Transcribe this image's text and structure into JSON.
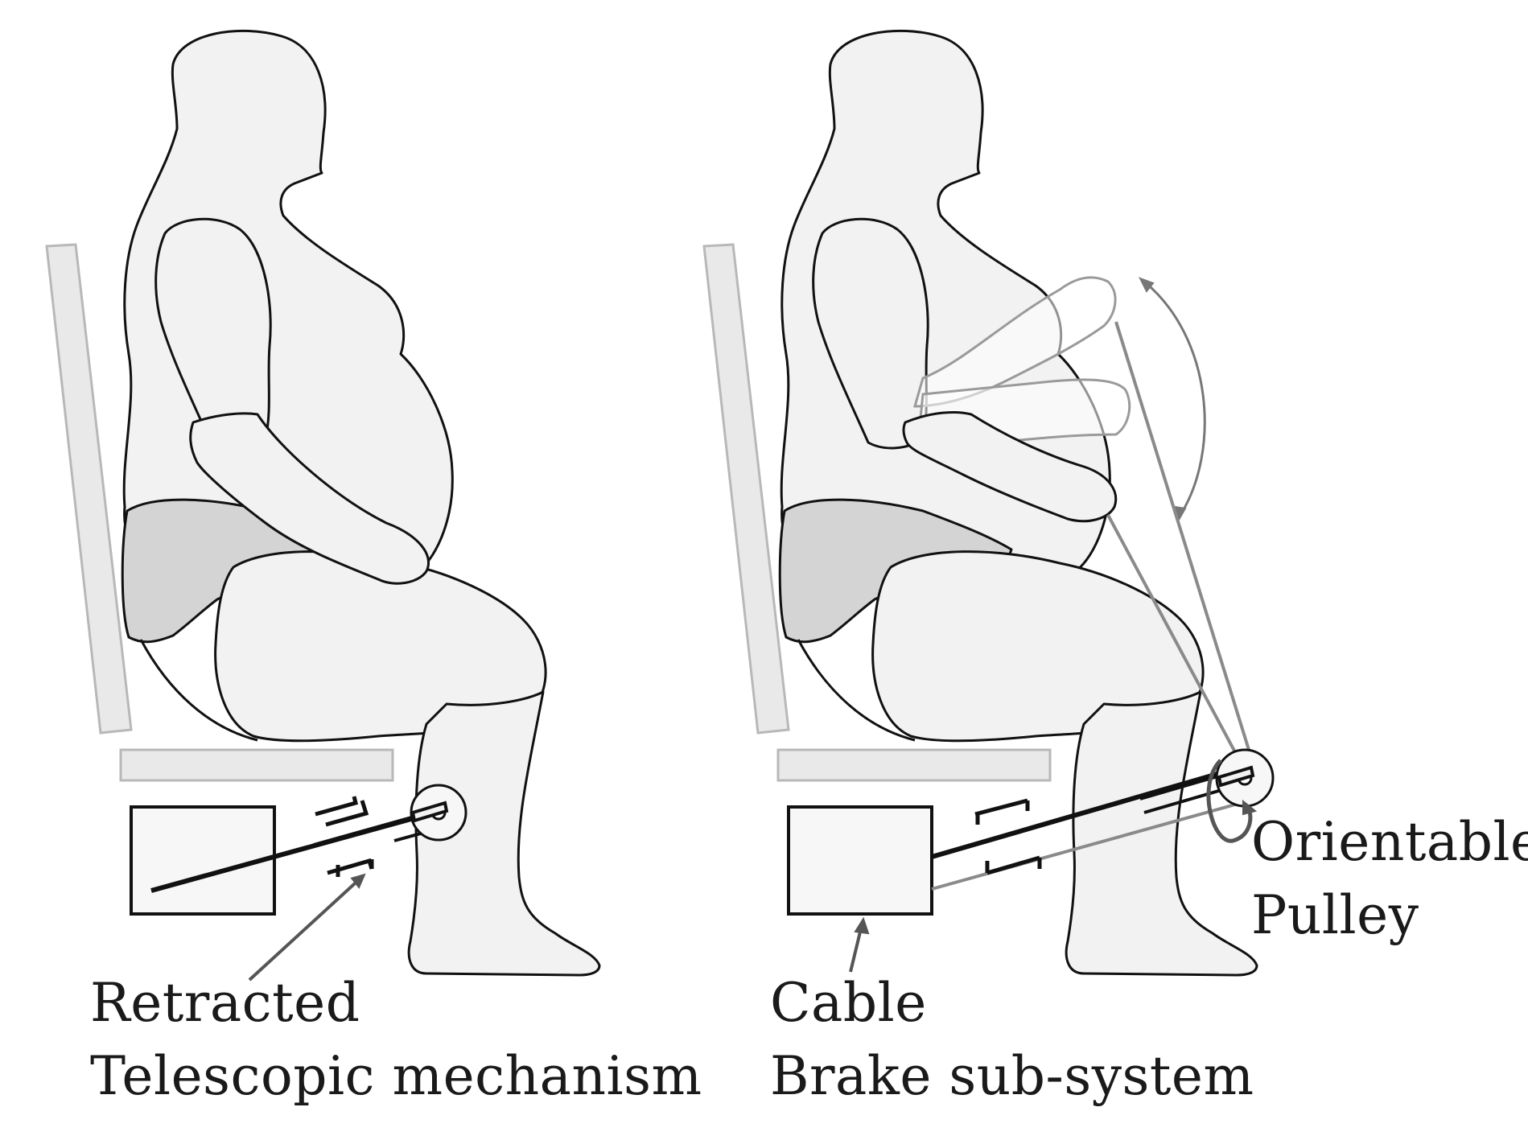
{
  "labels": {
    "retracted": "Retracted",
    "telescopic": "Telescopic mechanism",
    "cable": "Cable",
    "brake": "Brake sub-system",
    "orientable": "Orientable",
    "pulley": "Pulley"
  },
  "colors": {
    "body_fill": "#f2f2f2",
    "outline": "#111111",
    "shorts_fill": "#d4d4d4",
    "seat_fill": "#e9e9e9",
    "seat_stroke": "#b8b8b8",
    "ghost_stroke": "#9a9a9a",
    "cable_stroke": "#8a8a8a"
  }
}
